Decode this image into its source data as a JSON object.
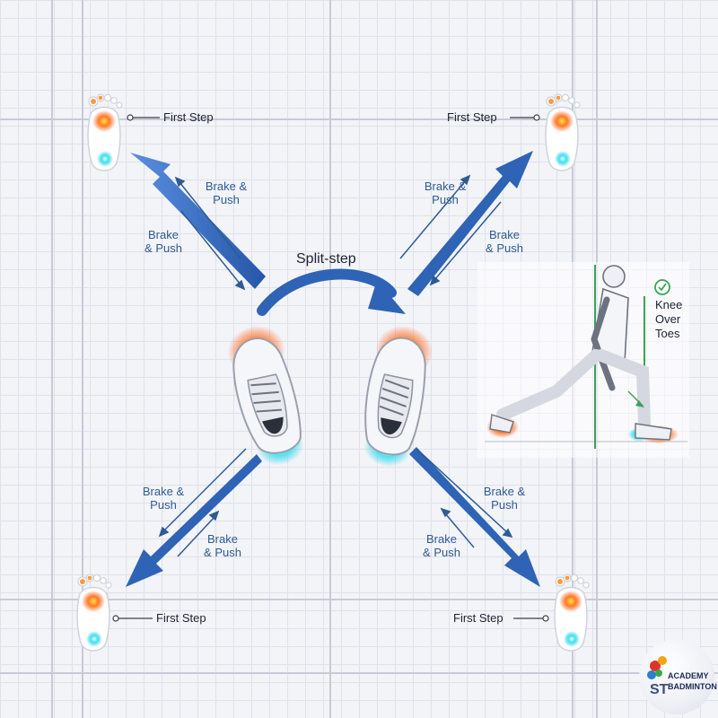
{
  "labels": {
    "split_step": "Split-step",
    "first_step": "First Step",
    "brake_push_line1": "Brake &",
    "brake_push_line2": "Push",
    "brake_push_alt_line1": "Brake",
    "brake_push_alt_line2": "& Push",
    "knee_line1": "Knee",
    "knee_line2": "Over",
    "knee_line3": "Toes"
  },
  "logo": {
    "line1": "ACADEMY",
    "line2": "BADMINTON",
    "initials": "ST"
  },
  "colors": {
    "arrow": "#2f63b5",
    "heat_hot": "#ff5a1f",
    "heat_cold": "#28d0e6",
    "check": "#3aa35a"
  },
  "icons": [
    "footprint-icon",
    "shoe-icon",
    "lunge-figure-icon",
    "check-icon"
  ]
}
